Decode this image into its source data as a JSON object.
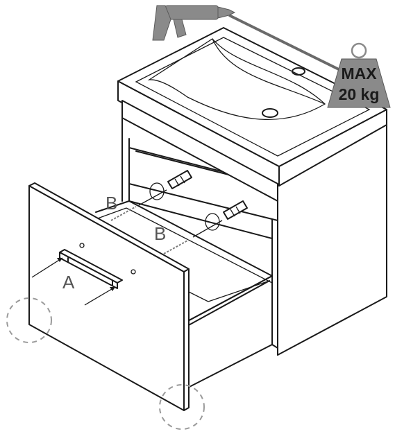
{
  "labels": {
    "handle": "A",
    "screw_top": "B",
    "screw_bottom": "B"
  },
  "weight_tag": {
    "line1": "MAX",
    "line2": "20 kg"
  },
  "icons": [
    "silicone-gun-icon",
    "weight-icon",
    "screwdriver-icon",
    "handle-icon"
  ],
  "colors": {
    "lines": "#1a1a1a",
    "icon_grey": "#8a8a8a",
    "label_grey": "#555555",
    "dashed_circle": "#9a9a9a"
  }
}
